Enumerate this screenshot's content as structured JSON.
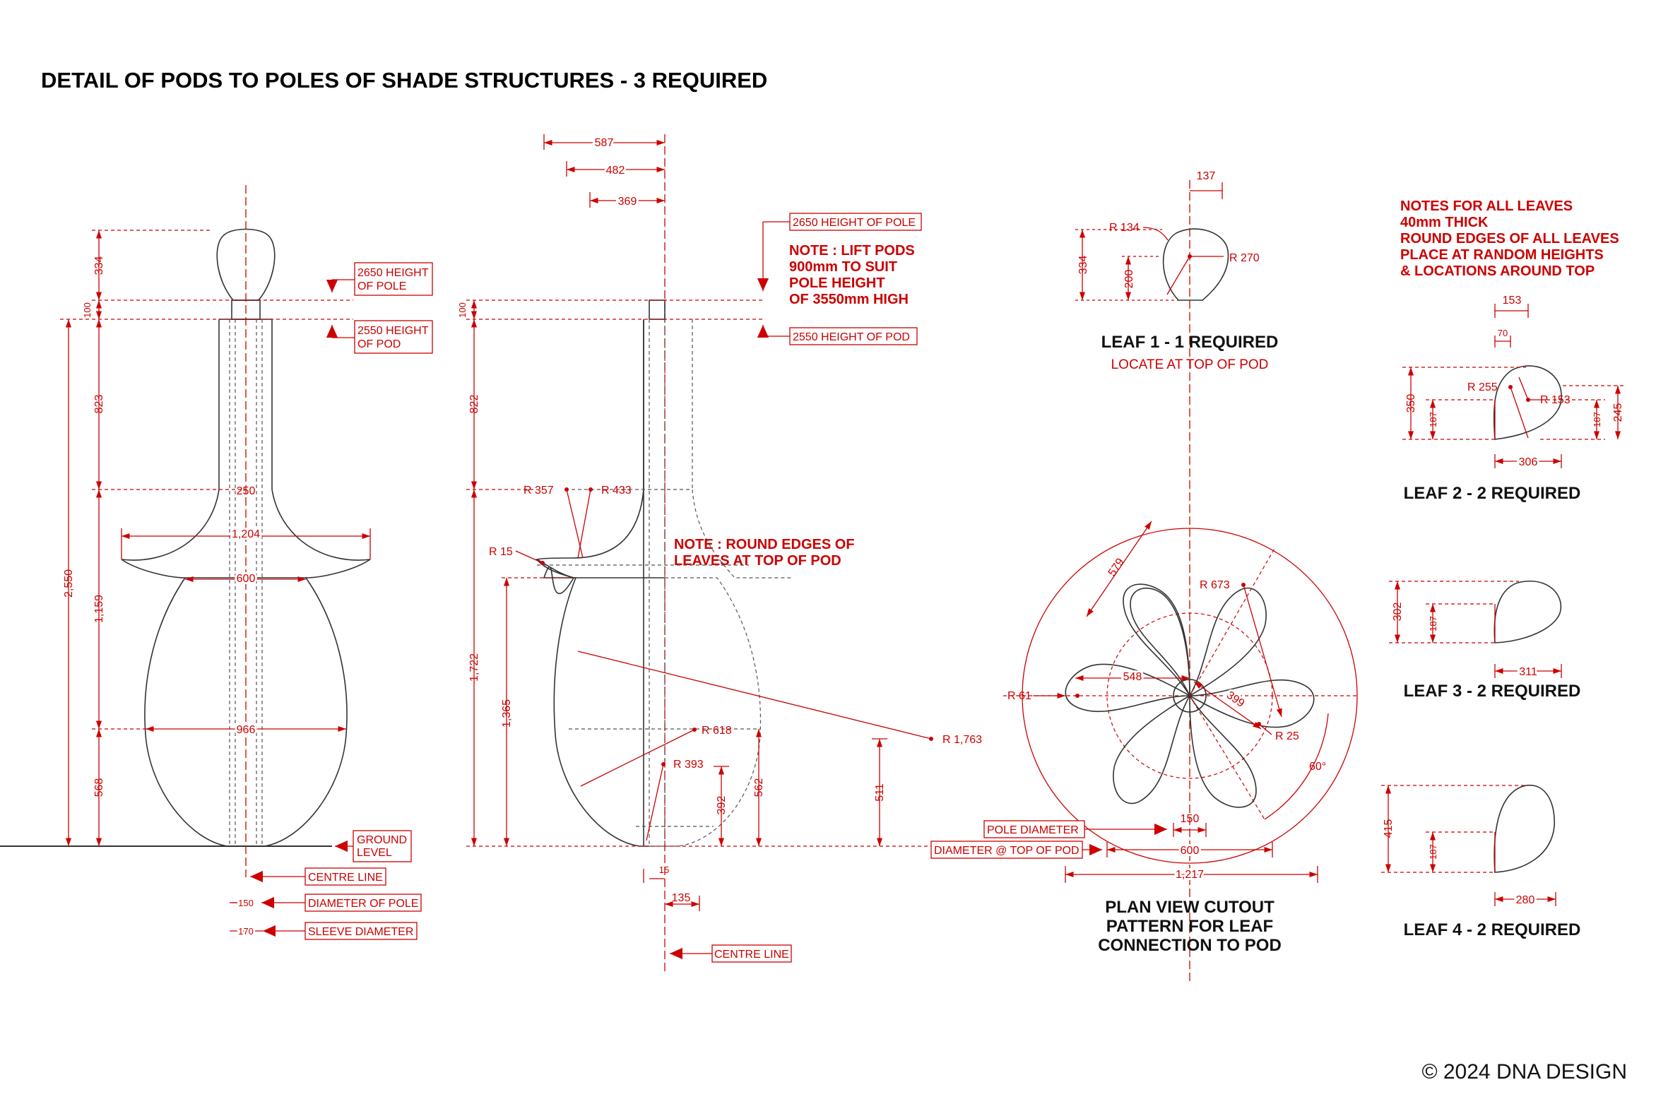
{
  "title": "DETAIL OF PODS TO POLES OF SHADE STRUCTURES - 3 REQUIRED",
  "copyright": "© 2024 DNA DESIGN",
  "view1": {
    "dims": {
      "d334": "334",
      "d100": "100",
      "d823": "823",
      "d2550": "2,550",
      "d1159": "1,159",
      "d568": "568",
      "d250": "250",
      "d1204": "1,204",
      "d600": "600",
      "d966": "966",
      "d150": "150",
      "d170": "170"
    },
    "labels": {
      "h_pole_1": "2650 HEIGHT",
      "h_pole_2": "OF POLE",
      "h_pod_1": "2550 HEIGHT",
      "h_pod_2": "OF POD",
      "ground_1": "GROUND",
      "ground_2": "LEVEL",
      "centre": "CENTRE LINE",
      "pole_dia": "DIAMETER OF POLE",
      "sleeve_dia": "SLEEVE DIAMETER"
    }
  },
  "view2": {
    "dims": {
      "d587": "587",
      "d482": "482",
      "d369": "369",
      "d100": "100",
      "d822": "822",
      "d1722": "1,722",
      "d1365": "1,365",
      "d392": "392",
      "d562": "562",
      "d511": "511",
      "d15": "15",
      "d135": "135"
    },
    "radii": {
      "r357": "R 357",
      "r433": "R 433",
      "r15": "R 15",
      "r618": "R 618",
      "r393": "R 393",
      "r1763": "R 1,763"
    },
    "labels": {
      "h_pole": "2650 HEIGHT OF POLE",
      "h_pod": "2550 HEIGHT OF POD",
      "centre": "CENTRE LINE"
    },
    "note_lift": [
      "NOTE : LIFT PODS",
      "900mm TO SUIT",
      "POLE HEIGHT",
      "OF 3550mm HIGH"
    ],
    "note_round": [
      "NOTE : ROUND EDGES OF",
      "LEAVES AT TOP OF POD"
    ]
  },
  "leaf1": {
    "d137": "137",
    "d334": "334",
    "d200": "200",
    "r134": "R 134",
    "r270": "R 270",
    "title": "LEAF 1 - 1 REQUIRED",
    "sub": "LOCATE AT TOP OF POD"
  },
  "plan": {
    "d579": "579",
    "r673": "R 673",
    "d548": "548",
    "r61": "R 61",
    "d399": "399",
    "r25": "R 25",
    "a60": "60°",
    "d150": "150",
    "d600": "600",
    "d1217": "1,217",
    "pole_dia": "POLE DIAMETER",
    "top_dia": "DIAMETER @ TOP OF POD",
    "title": [
      "PLAN VIEW CUTOUT",
      "PATTERN FOR LEAF",
      "CONNECTION TO POD"
    ]
  },
  "notes_leaves": [
    "NOTES FOR ALL LEAVES",
    "40mm THICK",
    "ROUND EDGES OF ALL LEAVES",
    "PLACE AT RANDOM HEIGHTS",
    "& LOCATIONS AROUND TOP"
  ],
  "leaf2": {
    "d153": "153",
    "d70": "70",
    "r255": "R 255",
    "r153": "R 153",
    "d350": "350",
    "d187": "187",
    "d187b": "187",
    "d245": "245",
    "d306": "306",
    "title": "LEAF 2 - 2 REQUIRED"
  },
  "leaf3": {
    "d302": "302",
    "d187": "187",
    "d311": "311",
    "title": "LEAF 3 - 2 REQUIRED"
  },
  "leaf4": {
    "d415": "415",
    "d187": "187",
    "d280": "280",
    "title": "LEAF 4 - 2 REQUIRED"
  }
}
